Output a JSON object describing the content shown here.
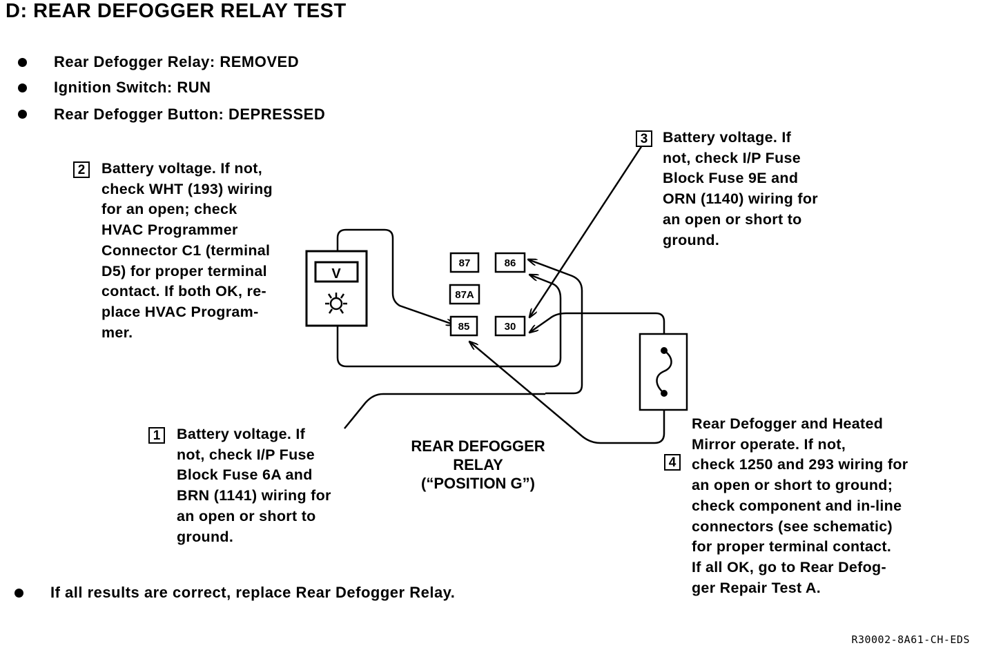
{
  "title": "D: REAR DEFOGGER RELAY TEST",
  "conditions": [
    "Rear Defogger Relay: REMOVED",
    "Ignition Switch: RUN",
    "Rear Defogger Button: DEPRESSED"
  ],
  "steps": {
    "s1": {
      "num": "1",
      "lines": [
        "Battery voltage.  If",
        "not, check I/P Fuse",
        "Block Fuse 6A and",
        "BRN (1141) wiring for",
        "an open or short to",
        "ground."
      ]
    },
    "s2": {
      "num": "2",
      "lines": [
        "Battery voltage.  If not,",
        "check WHT (193) wiring",
        "for an open; check",
        "HVAC Programmer",
        "Connector C1 (terminal",
        "D5) for proper terminal",
        "contact. If both OK, re-",
        "place HVAC Program-",
        "mer."
      ]
    },
    "s3": {
      "num": "3",
      "lines": [
        "Battery voltage.  If",
        "not, check I/P Fuse",
        "Block Fuse 9E and",
        "ORN (1140) wiring for",
        "an open or short to",
        "ground."
      ]
    },
    "s4": {
      "num": "4",
      "lines": [
        "Rear Defogger and Heated",
        "Mirror operate.  If not,",
        "check 1250 and 293 wiring for",
        "an open or short to ground;",
        "check component and in-line",
        "connectors (see schematic)",
        "for proper terminal contact.",
        "If all OK, go to Rear Defog-",
        "ger Repair Test A."
      ]
    }
  },
  "terminals": {
    "t87": "87",
    "t86": "86",
    "t87a": "87A",
    "t85": "85",
    "t30": "30"
  },
  "meter": {
    "display": "V"
  },
  "relay_label": [
    "REAR DEFOGGER",
    "RELAY",
    "(“POSITION G”)"
  ],
  "footer_bullet": "If all results are correct, replace Rear Defogger Relay.",
  "figure_code": "R30002-8A61-CH-EDS"
}
